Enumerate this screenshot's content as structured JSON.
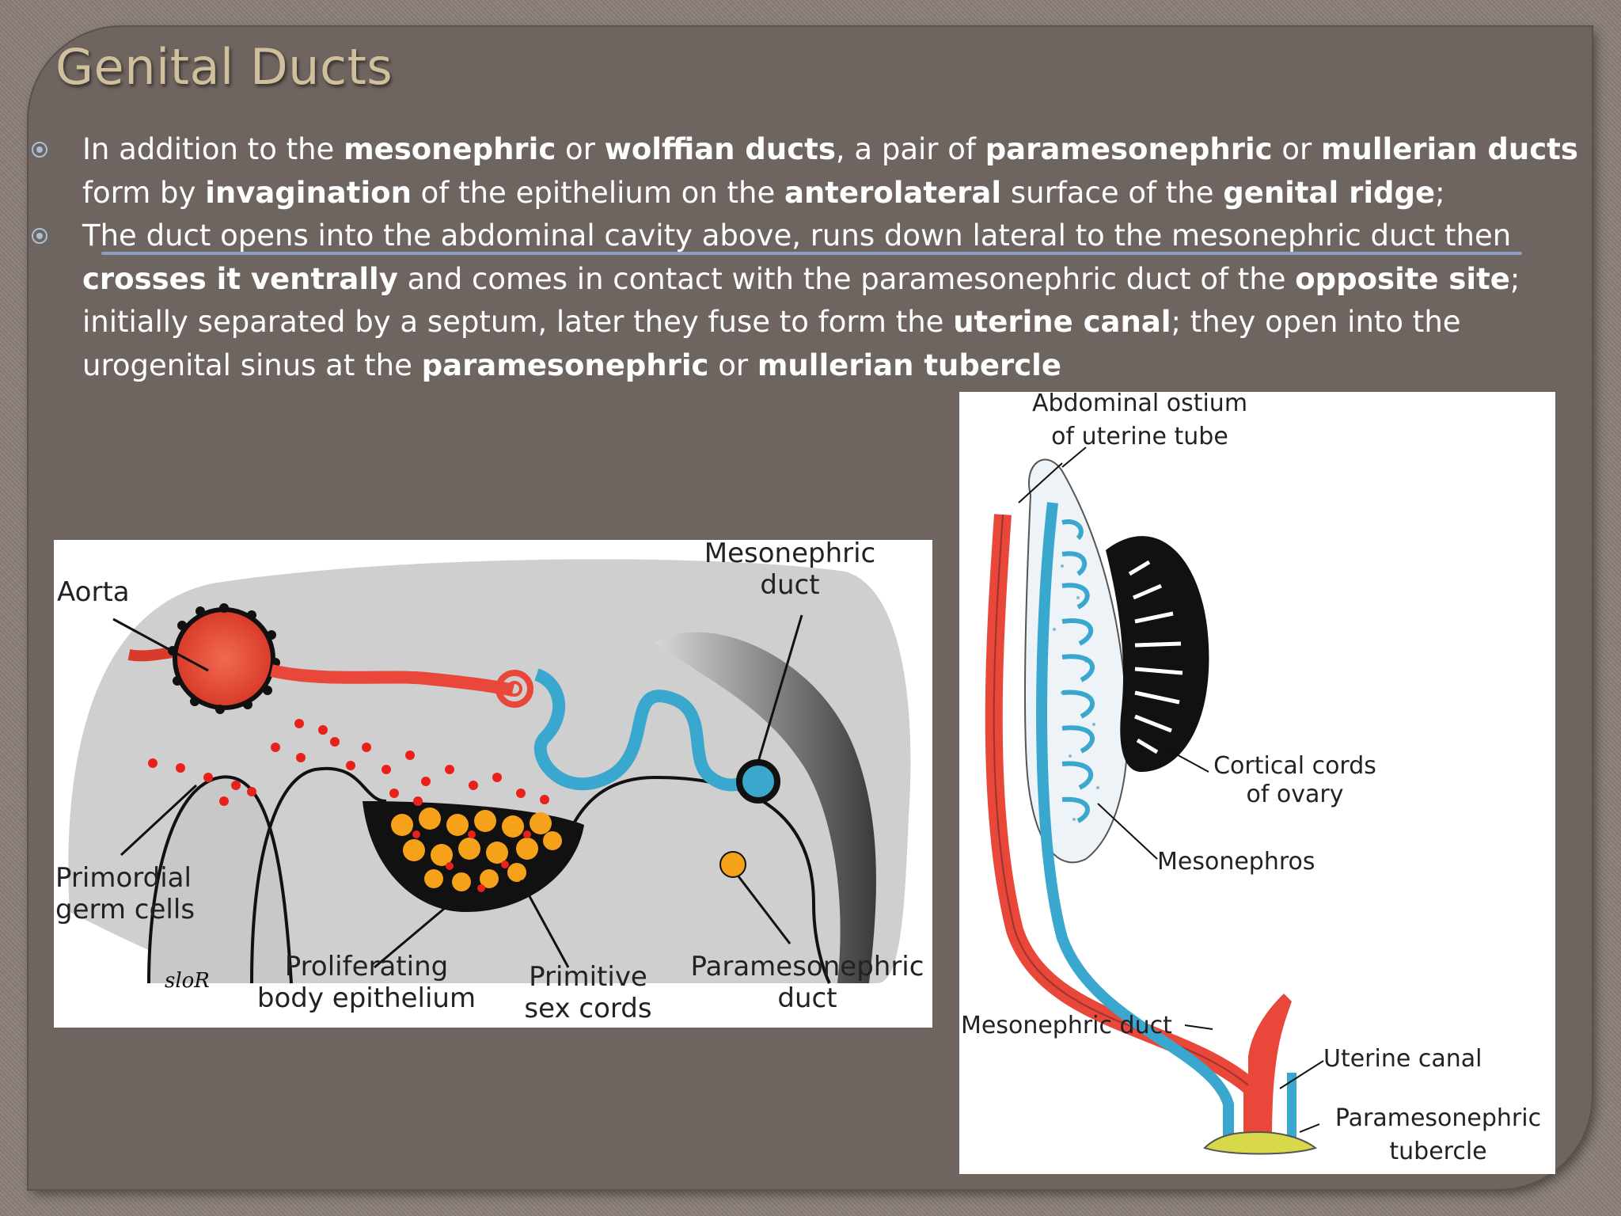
{
  "slide": {
    "title": "Genital Ducts",
    "bullets": [
      {
        "segments": [
          {
            "text": "In addition to the ",
            "bold": false
          },
          {
            "text": "mesonephric",
            "bold": true
          },
          {
            "text": " or ",
            "bold": false
          },
          {
            "text": "wolffian ducts",
            "bold": true
          },
          {
            "text": ", a pair of ",
            "bold": false
          },
          {
            "text": "paramesonephric",
            "bold": true
          },
          {
            "text": " or ",
            "bold": false
          },
          {
            "text": "mullerian ducts",
            "bold": true
          },
          {
            "text": " form by ",
            "bold": false
          },
          {
            "text": "invagination",
            "bold": true
          },
          {
            "text": " of the epithelium on the ",
            "bold": false
          },
          {
            "text": "anterolateral",
            "bold": true
          },
          {
            "text": " surface of the ",
            "bold": false
          },
          {
            "text": "genital ridge",
            "bold": true
          },
          {
            "text": ";",
            "bold": false
          }
        ]
      },
      {
        "segments": [
          {
            "text": "The duct opens into the abdominal cavity above, runs down lateral to the mesonephric duct then ",
            "bold": false
          },
          {
            "text": "crosses it ventrally",
            "bold": true
          },
          {
            "text": " and comes in contact with the paramesonephric duct of the ",
            "bold": false
          },
          {
            "text": "opposite site",
            "bold": true
          },
          {
            "text": "; initially separated by a septum, later they fuse to form the ",
            "bold": false
          },
          {
            "text": "uterine canal",
            "bold": true
          },
          {
            "text": "; they open into the urogenital sinus at the ",
            "bold": false
          },
          {
            "text": "paramesonephric",
            "bold": true
          },
          {
            "text": " or ",
            "bold": false
          },
          {
            "text": "mullerian tubercle",
            "bold": true
          }
        ]
      }
    ]
  },
  "figure_left": {
    "labels": {
      "aorta": "Aorta",
      "mesonephric_duct_1": "Mesonephric",
      "mesonephric_duct_2": "duct",
      "primordial_1": "Primordial",
      "primordial_2": "germ cells",
      "proliferating_1": "Proliferating",
      "proliferating_2": "body epithelium",
      "primitive_1": "Primitive",
      "primitive_2": "sex cords",
      "paramesonephric_1": "Paramesonephric",
      "paramesonephric_2": "duct",
      "signature": "sloR"
    }
  },
  "figure_right": {
    "labels": {
      "ostium_1": "Abdominal ostium",
      "ostium_2": "of uterine tube",
      "cortical_1": "Cortical cords",
      "cortical_2": "of ovary",
      "mesonephros": "Mesonephros",
      "mesonephric_duct": "Mesonephric duct",
      "uterine_canal": "Uterine canal",
      "tubercle_1": "Paramesonephric",
      "tubercle_2": "tubercle"
    }
  },
  "colors": {
    "background": "#6f6560",
    "title": "#cfbf9c",
    "text": "#ffffff",
    "bullet": "#a7c0d8",
    "artery_red": "#e8473a",
    "duct_blue": "#3aa7cf",
    "germ_orange": "#f5a21a"
  }
}
